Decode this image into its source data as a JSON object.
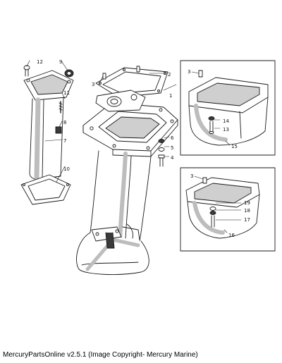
{
  "callouts": {
    "c1": "1",
    "c2": "2",
    "c3": "3",
    "c4": "4",
    "c5": "5",
    "c6": "6",
    "c7": "7",
    "c8": "8",
    "c9": "9",
    "c10": "10",
    "c11": "11",
    "c12": "12",
    "c13": "13",
    "c14": "14",
    "c15": "15",
    "c16": "16",
    "c17": "17",
    "c18": "18",
    "c19": "19",
    "c3b": "3",
    "c3c": "3"
  },
  "caption": "MercuryPartsOnline v2.5.1 (Image Copyright- Mercury Marine)",
  "colors": {
    "line": "#1a1a1a",
    "shade": "#bdbdbd",
    "dark": "#3a3a3a",
    "background": "#ffffff"
  }
}
